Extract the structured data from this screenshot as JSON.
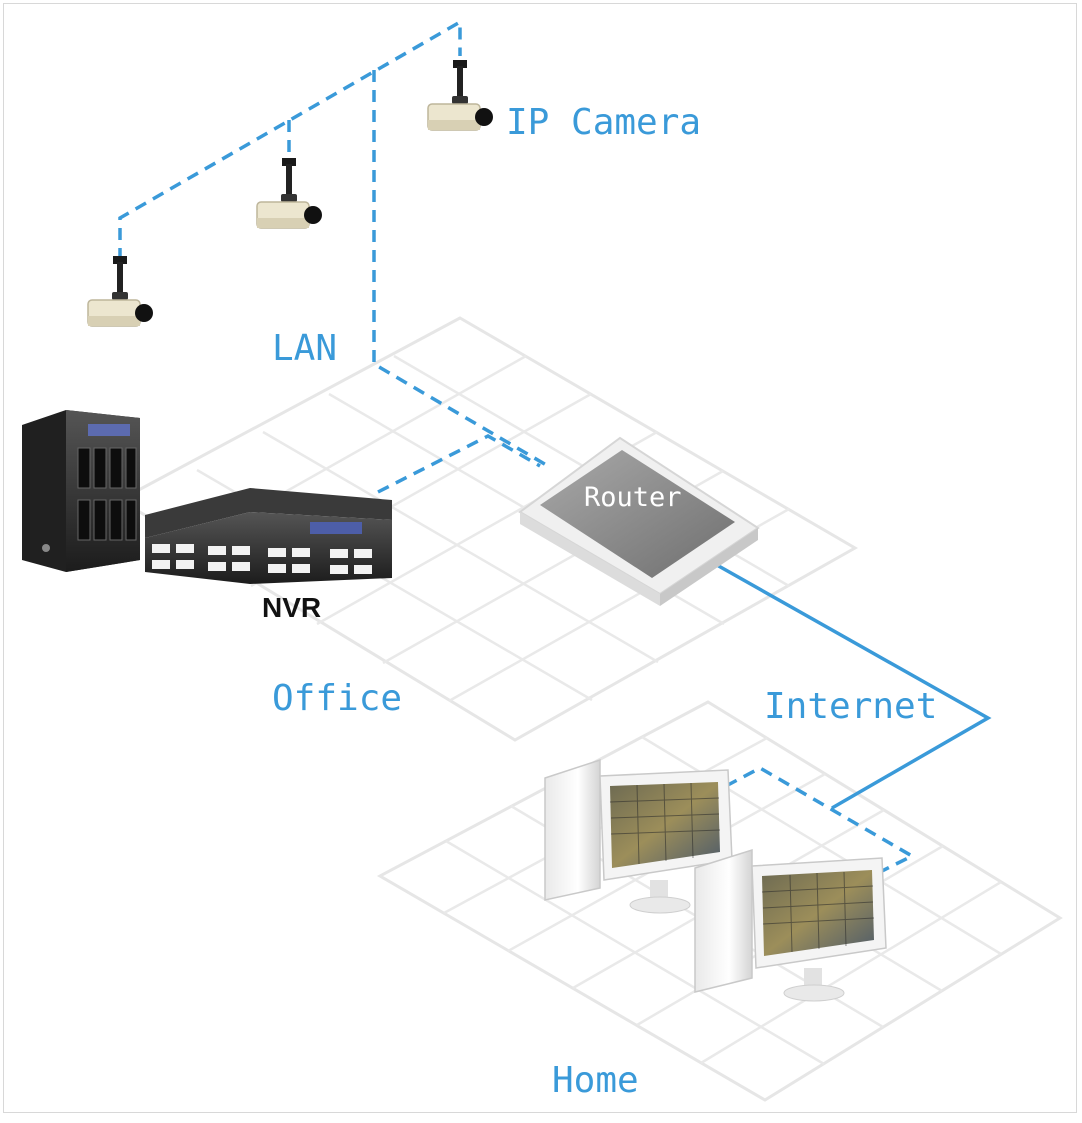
{
  "diagram": {
    "labels": {
      "ip_camera": "IP Camera",
      "lan": "LAN",
      "router": "Router",
      "nvr": "NVR",
      "office": "Office",
      "internet": "Internet",
      "home": "Home"
    },
    "colors": {
      "link": "#3a9ad9",
      "label": "#3a9ad9",
      "grid": "#e6e6e6",
      "router_top": "#8c8c8c",
      "router_base": "#f2f2f2",
      "device_dark": "#2b2b2b"
    },
    "icons": {
      "camera": "ip-camera-icon",
      "nvr": "nvr-rack-icon",
      "nas": "nas-tower-icon",
      "router": "router-icon",
      "pc": "desktop-pc-icon"
    }
  }
}
